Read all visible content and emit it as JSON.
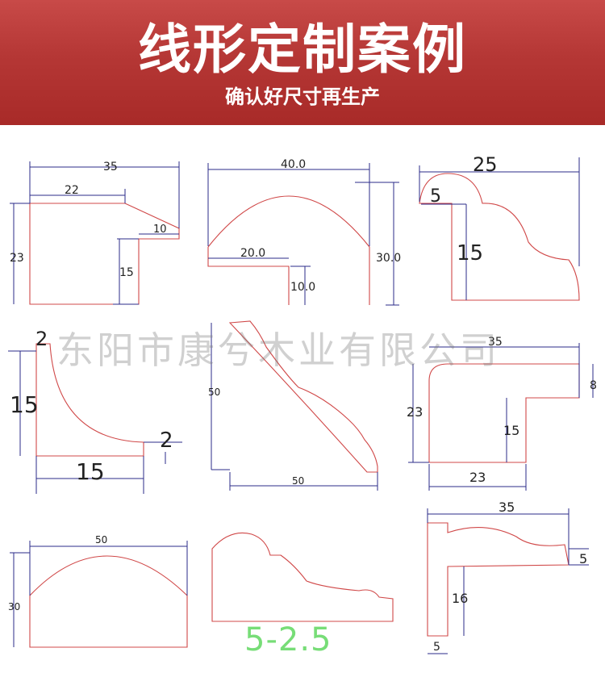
{
  "banner": {
    "title": "线形定制案例",
    "subtitle": "确认好尺寸再生产"
  },
  "watermark": "东阳市康兮木业有限公司",
  "drawings": [
    {
      "id": "profile-1",
      "dims": [
        "35",
        "22",
        "10",
        "23",
        "15"
      ]
    },
    {
      "id": "profile-2",
      "dims": [
        "40.0",
        "20.0",
        "30.0",
        "10.0"
      ]
    },
    {
      "id": "profile-3",
      "dims": [
        "25",
        "5",
        "15"
      ]
    },
    {
      "id": "profile-4",
      "dims": [
        "2",
        "15",
        "2",
        "15"
      ]
    },
    {
      "id": "profile-5",
      "dims": [
        "50",
        "50"
      ]
    },
    {
      "id": "profile-6",
      "dims": [
        "35",
        "8",
        "23",
        "15",
        "23"
      ]
    },
    {
      "id": "profile-7",
      "dims": [
        "50",
        "30"
      ]
    },
    {
      "id": "profile-8",
      "label": "5-2.5"
    },
    {
      "id": "profile-9",
      "dims": [
        "35",
        "5",
        "16",
        "5"
      ]
    }
  ],
  "colors": {
    "banner": "#b53735",
    "profile_line": "#d04848",
    "dimension_line": "#2b2b8a",
    "label_green": "#77dd77"
  }
}
